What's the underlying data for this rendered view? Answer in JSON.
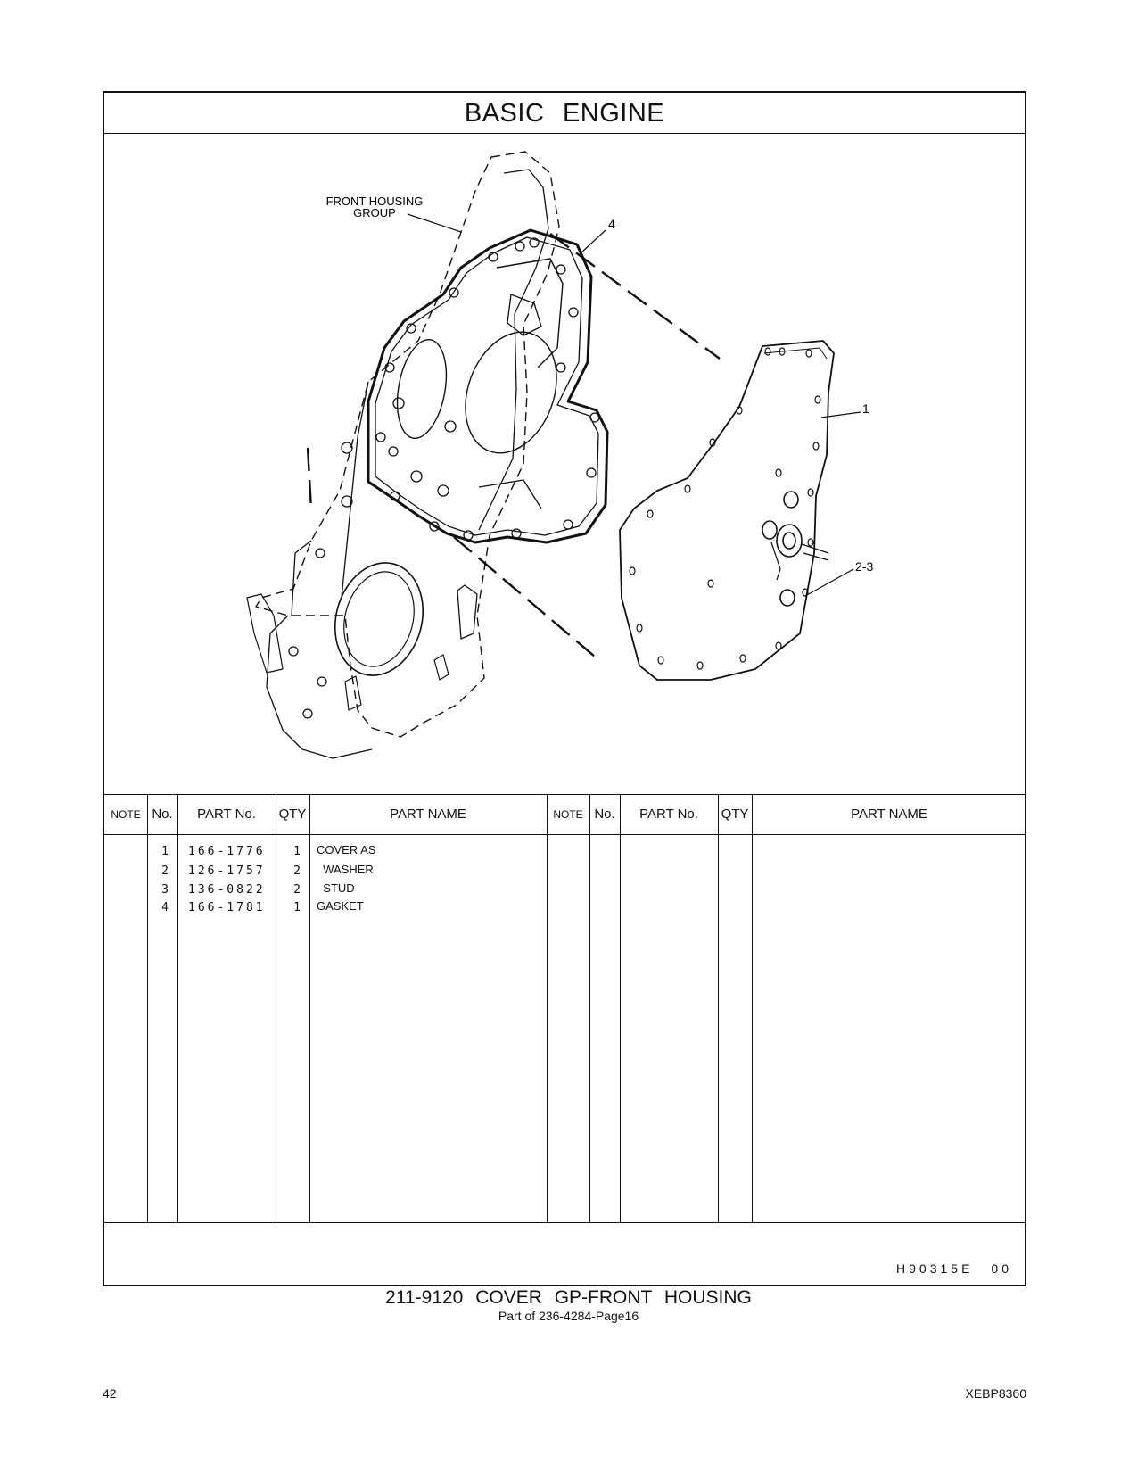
{
  "header": {
    "title": "BASIC ENGINE"
  },
  "illustration": {
    "callouts": [
      {
        "label": "FRONT HOUSING"
      },
      {
        "label": "GROUP"
      },
      {
        "label": "4"
      },
      {
        "label": "1"
      },
      {
        "label": "2-3"
      }
    ]
  },
  "table": {
    "headers": [
      "NOTE",
      "No.",
      "PART No.",
      "QTY",
      "PART NAME"
    ],
    "rows": [
      {
        "no": "1",
        "part_no": "166-1776",
        "qty": "1",
        "name": "COVER AS"
      },
      {
        "no": "2",
        "part_no": "126-1757",
        "qty": "2",
        "name": "  WASHER"
      },
      {
        "no": "3",
        "part_no": "136-0822",
        "qty": "2",
        "name": "  STUD"
      },
      {
        "no": "4",
        "part_no": "166-1781",
        "qty": "1",
        "name": "GASKET"
      }
    ]
  },
  "footer": {
    "drawing_code": "H90315E",
    "revision": "00"
  },
  "caption": {
    "title": "211-9120 COVER GP-FRONT HOUSING",
    "subtitle": "Part of 236-4284-Page16"
  },
  "page": {
    "number": "42",
    "doc_code": "XEBP8360"
  }
}
